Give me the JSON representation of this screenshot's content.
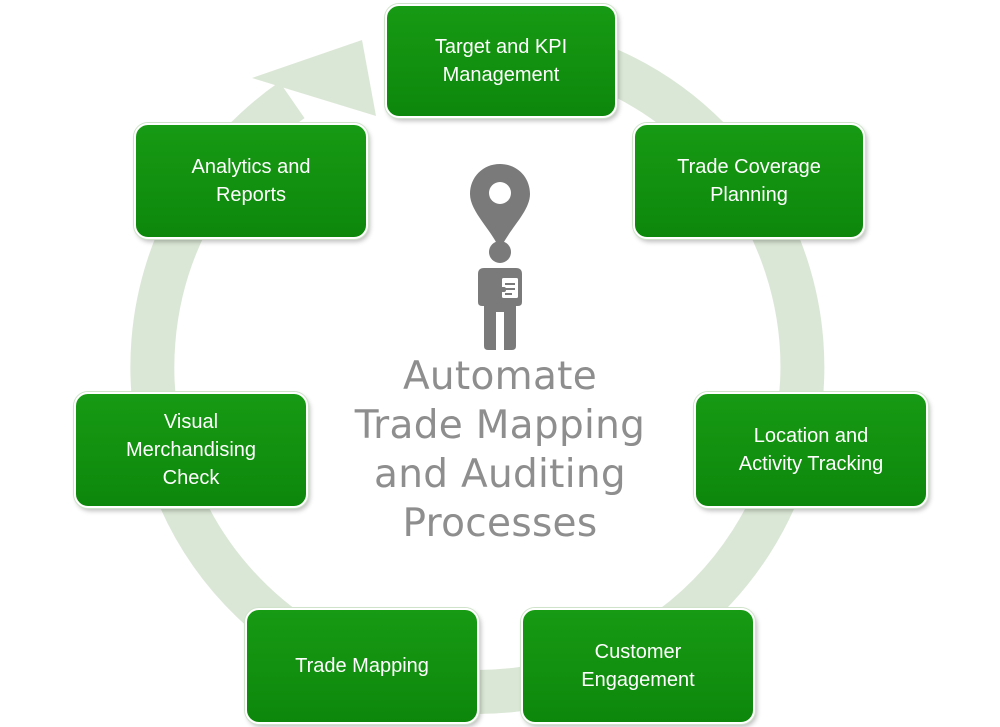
{
  "diagram": {
    "center_title": "Automate\nTrade Mapping\nand Auditing\nProcesses",
    "icons": {
      "location": "map-pin-icon",
      "person": "field-agent-icon"
    },
    "colors": {
      "node_fill": "#119111",
      "node_text": "#ffffff",
      "ring": "#dbe7d6",
      "title_text": "#8e8e8e",
      "icon": "#7a7a7a"
    },
    "nodes": [
      {
        "id": "target-kpi",
        "label": "Target and KPI\nManagement"
      },
      {
        "id": "trade-coverage",
        "label": "Trade Coverage\nPlanning"
      },
      {
        "id": "location-tracking",
        "label": "Location and\nActivity Tracking"
      },
      {
        "id": "customer-engagement",
        "label": "Customer\nEngagement"
      },
      {
        "id": "trade-mapping",
        "label": "Trade Mapping"
      },
      {
        "id": "visual-merch",
        "label": "Visual\nMerchandising\nCheck"
      },
      {
        "id": "analytics",
        "label": "Analytics and\nReports"
      }
    ]
  }
}
